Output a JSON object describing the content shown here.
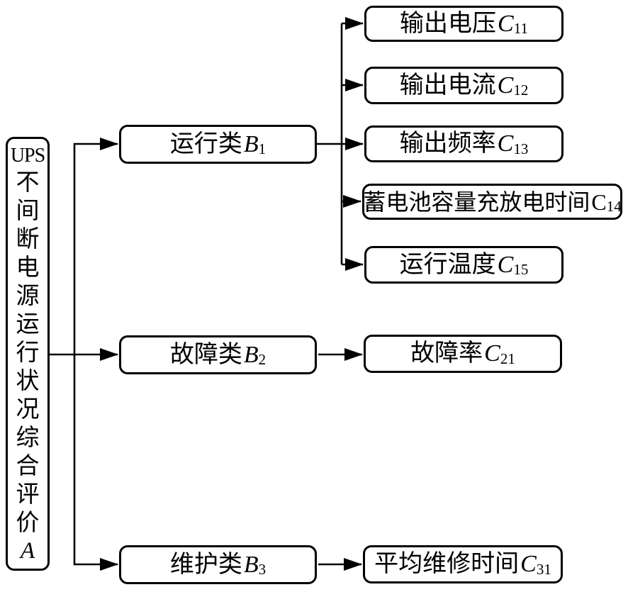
{
  "diagram": {
    "root": {
      "prefix": "UPS",
      "label": "不间断电源运行状况综合评价",
      "var": "A"
    },
    "level2": [
      {
        "label": "运行类",
        "var": "B",
        "sub": "1"
      },
      {
        "label": "故障类",
        "var": "B",
        "sub": "2"
      },
      {
        "label": "维护类",
        "var": "B",
        "sub": "3"
      }
    ],
    "level3": [
      {
        "label": "输出电压",
        "var": "C",
        "sub": "11"
      },
      {
        "label": "输出电流",
        "var": "C",
        "sub": "12"
      },
      {
        "label": "输出频率",
        "var": "C",
        "sub": "13"
      },
      {
        "label": "蓄电池容量充放电时间",
        "var": "C",
        "sub": "14"
      },
      {
        "label": "运行温度",
        "var": "C",
        "sub": "15"
      },
      {
        "label": "故障率",
        "var": "C",
        "sub": "21"
      },
      {
        "label": "平均维修时间",
        "var": "C",
        "sub": "31"
      }
    ],
    "colors": {
      "line": "#000000",
      "box_border": "#000000",
      "box_fill": "#ffffff",
      "background": "#ffffff"
    }
  }
}
